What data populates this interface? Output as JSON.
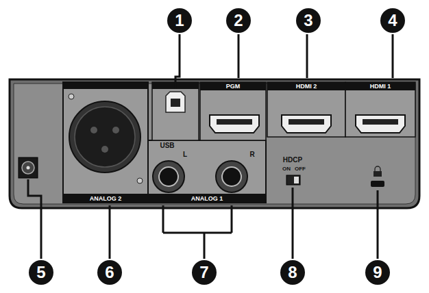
{
  "diagram": {
    "labels": [
      "1",
      "2",
      "3",
      "4",
      "PGM",
      "HDMI 2",
      "HDMI 1",
      "USB",
      "L",
      "R",
      "HDCP",
      "ON",
      "OFF",
      "ANALOG 2",
      "ANALOG 1",
      "5",
      "6",
      "7",
      "8",
      "9"
    ]
  }
}
